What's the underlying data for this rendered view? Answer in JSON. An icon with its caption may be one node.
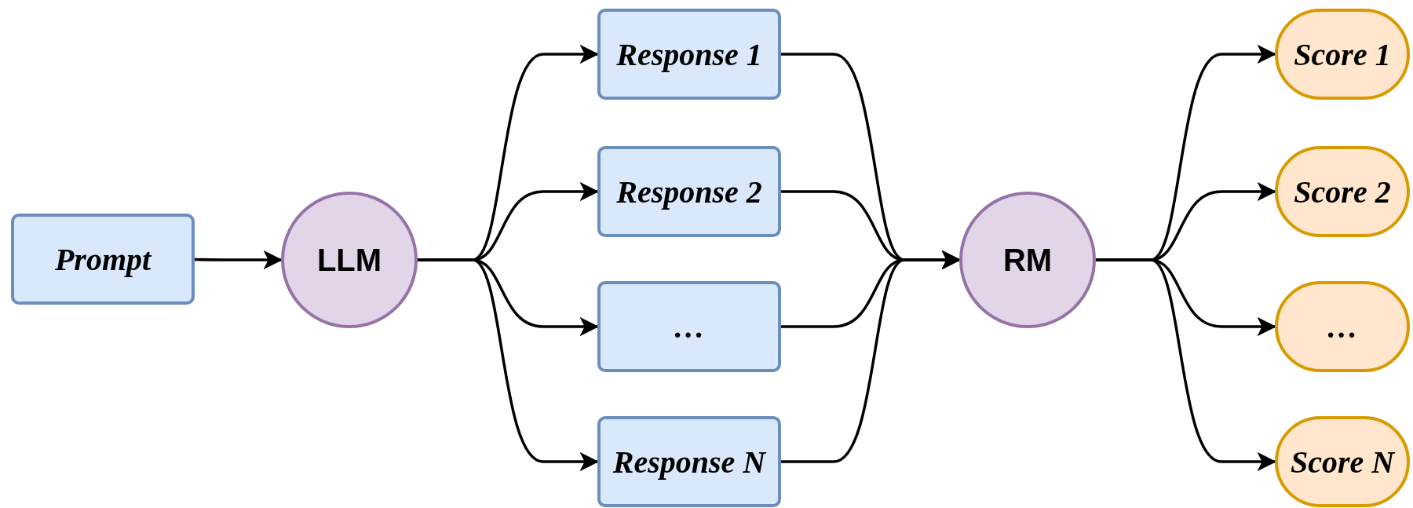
{
  "diagram": {
    "nodes": [
      {
        "text": [
          "Prompt"
        ]
      },
      {
        "text": [
          "LLM"
        ]
      },
      {
        "text": [
          "Response 1"
        ]
      },
      {
        "text": [
          "Response 2"
        ]
      },
      {
        "text": [
          "…"
        ]
      },
      {
        "text": [
          "Response N"
        ]
      },
      {
        "text": [
          "RM"
        ]
      },
      {
        "text": [
          "Score 1"
        ]
      },
      {
        "text": [
          "Score 2"
        ]
      },
      {
        "text": [
          "…"
        ]
      },
      {
        "text": [
          "Score N"
        ]
      }
    ],
    "edges": [
      {
        "from": 0,
        "to": 1,
        "arrow": "to"
      },
      {
        "from": 1,
        "to": 2,
        "arrow": "to"
      },
      {
        "from": 1,
        "to": 3,
        "arrow": "to"
      },
      {
        "from": 1,
        "to": 4,
        "arrow": "to"
      },
      {
        "from": 1,
        "to": 5,
        "arrow": "to"
      },
      {
        "from": 2,
        "to": 6,
        "arrow": "to"
      },
      {
        "from": 3,
        "to": 6,
        "arrow": "to"
      },
      {
        "from": 4,
        "to": 6,
        "arrow": "to"
      },
      {
        "from": 5,
        "to": 6,
        "arrow": "to"
      },
      {
        "from": 6,
        "to": 7,
        "arrow": "to"
      },
      {
        "from": 6,
        "to": 8,
        "arrow": "to"
      },
      {
        "from": 6,
        "to": 9,
        "arrow": "to"
      },
      {
        "from": 6,
        "to": 10,
        "arrow": "to"
      }
    ]
  }
}
